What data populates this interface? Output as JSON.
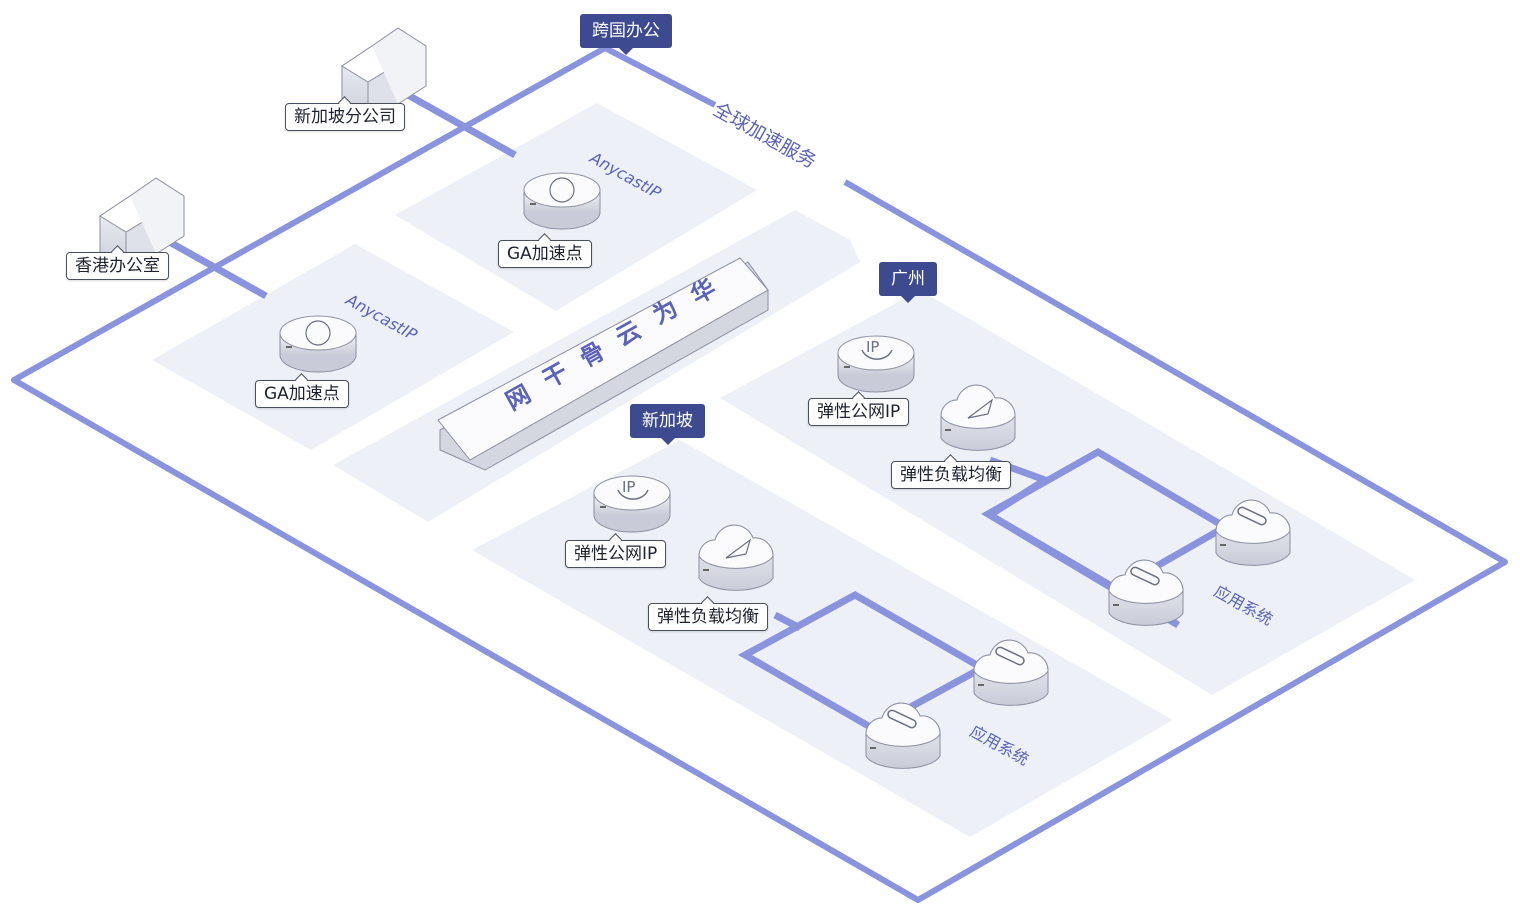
{
  "title_flag": "跨国办公",
  "service_label": "全球加速服务",
  "offices": {
    "singapore_branch": "新加坡分公司",
    "hongkong_office": "香港办公室"
  },
  "anycast": [
    {
      "label": "AnycastIP",
      "node": "GA加速点"
    },
    {
      "label": "AnycastIP",
      "node": "GA加速点"
    }
  ],
  "backbone": {
    "chars": [
      "华",
      "为",
      "云",
      "骨",
      "干",
      "网"
    ]
  },
  "regions": {
    "guangzhou": {
      "flag": "广州",
      "eip": "弹性公网IP",
      "elb": "弹性负载均衡",
      "apps": "应用系统"
    },
    "singapore": {
      "flag": "新加坡",
      "eip": "弹性公网IP",
      "elb": "弹性负载均衡",
      "apps": "应用系统"
    }
  },
  "colors": {
    "frame": "#8a93de",
    "platform": "#eef0f8",
    "flag": "#3d4a8f",
    "label": "#5b62b8"
  }
}
